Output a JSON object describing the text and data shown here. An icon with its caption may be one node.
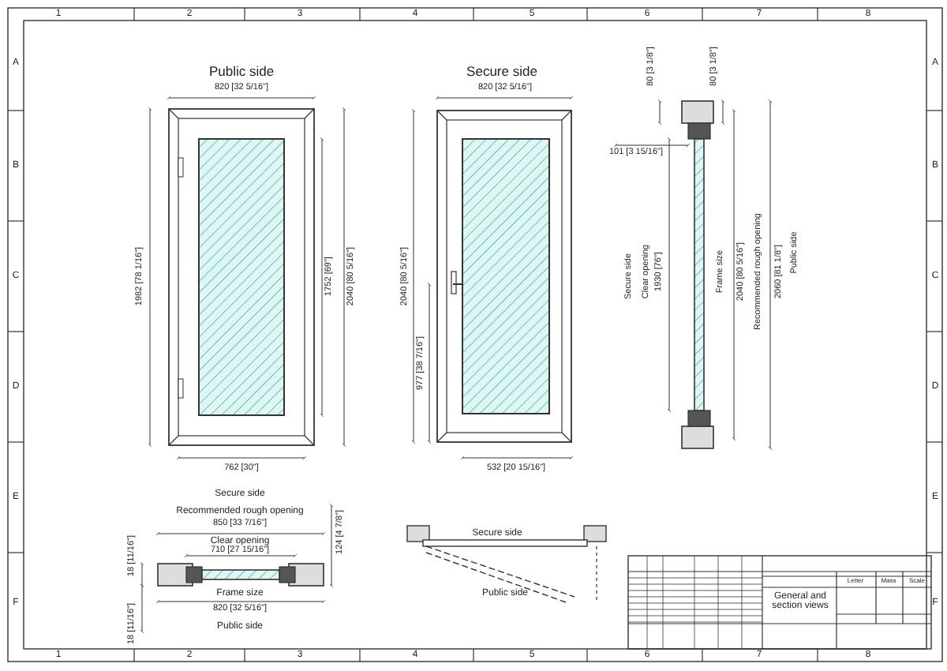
{
  "diagram": {
    "labels": [
      "1",
      "2",
      "3",
      "4",
      "5",
      "6",
      "7",
      "8",
      "A",
      "B",
      "C",
      "D",
      "E",
      "F",
      "A",
      "B",
      "C",
      "D",
      "E",
      "F",
      "Public side",
      "820 [32 5/16\"]",
      "1982 [78 1/16\"]",
      "1752 [69\"]",
      "2040 [80 5/16\"]",
      "762 [30\"]",
      "Secure side",
      "820 [32 5/16\"]",
      "2040 [80 5/16\"]",
      "977 [38 7/16\"]",
      "532 [20 15/16\"]",
      "80 [3 1/8\"]",
      "80 [3 1/8\"]",
      "101 [3 15/16\"]",
      "Secure side",
      "Clear opening",
      "1930 [76\"]",
      "Frame size",
      "2040 [80 5/16\"]",
      "Recommended rough opening",
      "2060 [81 1/8\"]",
      "Public side",
      "Secure side",
      "Recommended rough opening",
      "850 [33 7/16\"]",
      "Clear opening",
      "710 [27 15/16\"]",
      "124 [4 7/8\"]",
      "Frame size",
      "820 [32 5/16\"]",
      "18 [11/16\"]",
      "18 [11/16\"]",
      "Public side",
      "Secure side",
      "Public side",
      "1",
      "2",
      "3",
      "4",
      "5",
      "6",
      "7",
      "8",
      "General and section views",
      "Letter",
      "Mass",
      "Scale"
    ]
  }
}
